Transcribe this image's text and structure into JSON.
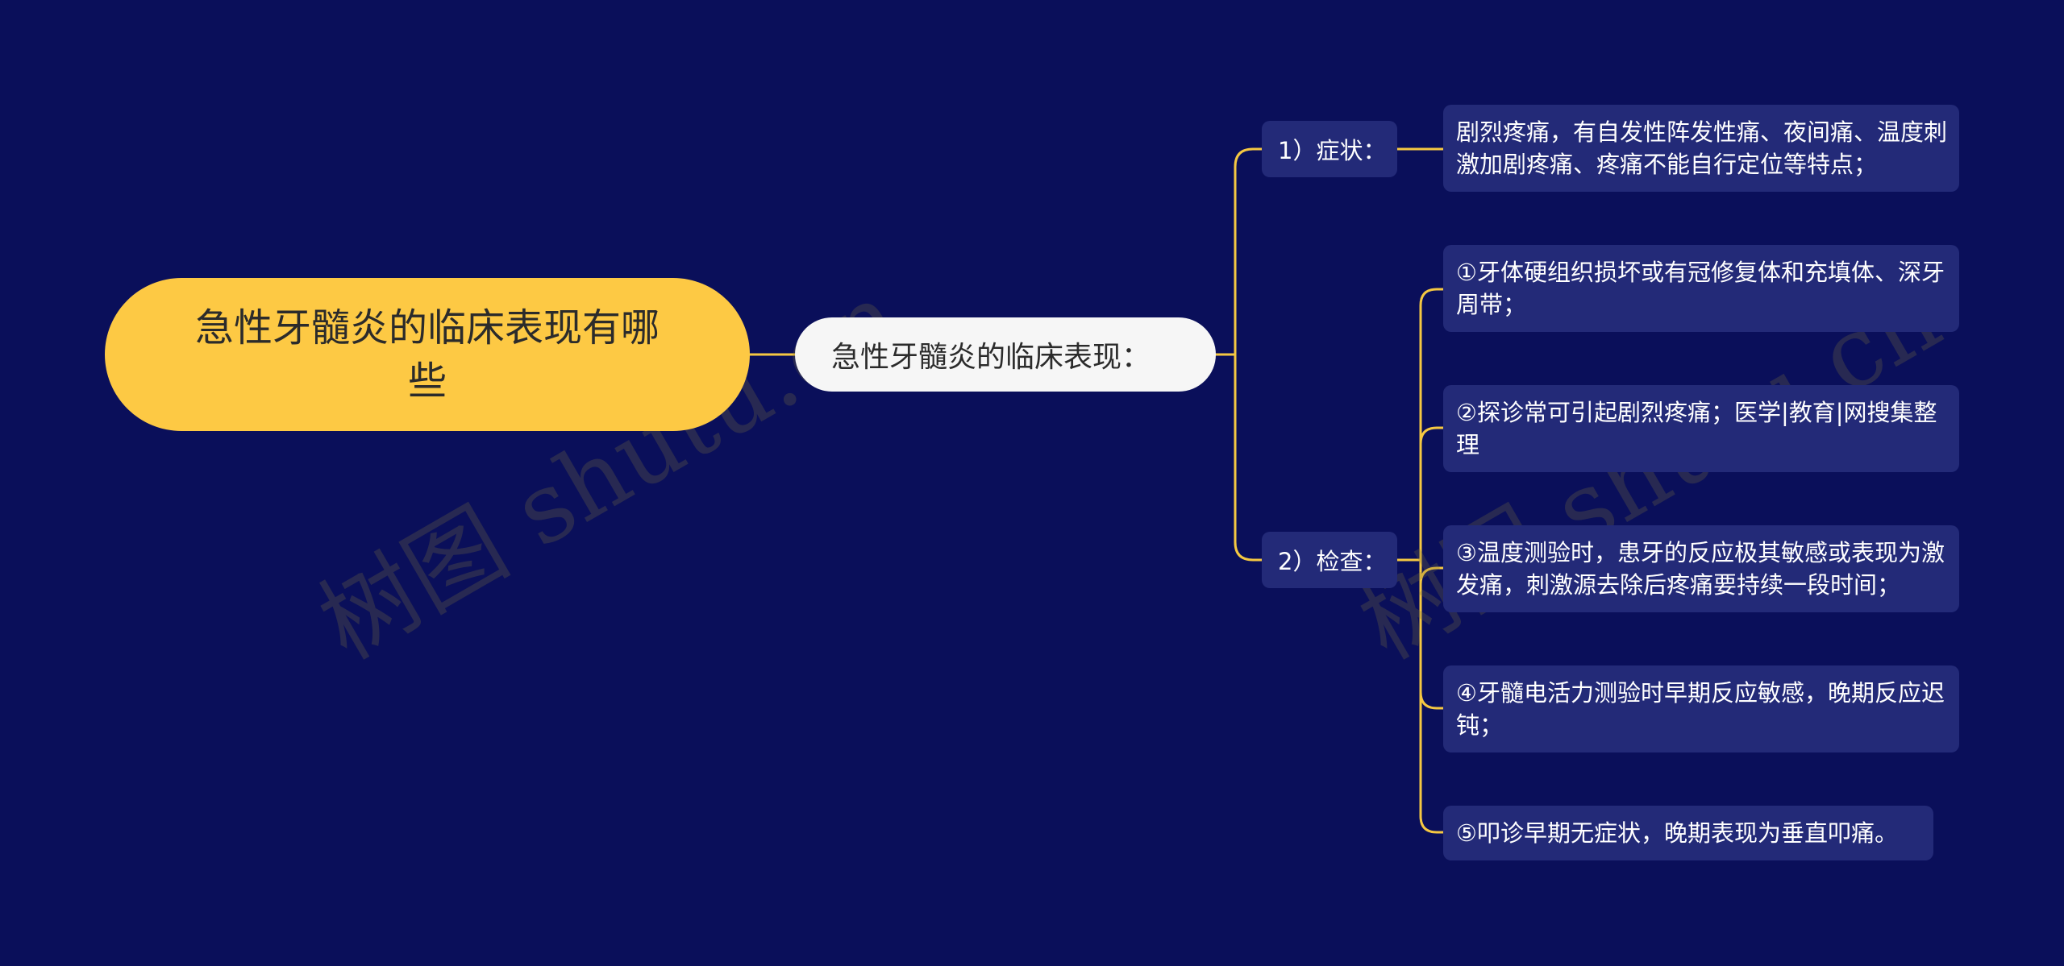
{
  "root": {
    "title": "急性牙髓炎的临床表现有哪些",
    "color": "#fdc944"
  },
  "main_branch": {
    "label": "急性牙髓炎的临床表现："
  },
  "branches": [
    {
      "label": "1）症状：",
      "items": [
        "剧烈疼痛，有自发性阵发性痛、夜间痛、温度刺激加剧疼痛、疼痛不能自行定位等特点；"
      ]
    },
    {
      "label": "2）检查：",
      "items": [
        "①牙体硬组织损坏或有冠修复体和充填体、深牙周带；",
        "②探诊常可引起剧烈疼痛；医学|教育|网搜集整理",
        "③温度测验时，患牙的反应极其敏感或表现为激发痛，刺激源去除后疼痛要持续一段时间；",
        "④牙髓电活力测验时早期反应敏感，晚期反应迟钝；",
        "⑤叩诊早期无症状，晚期表现为垂直叩痛。"
      ]
    }
  ],
  "watermark": "树图 shutu.cn",
  "colors": {
    "background": "#0a0f5a",
    "connector": "#f5c842",
    "node_fill": "#232a78"
  }
}
